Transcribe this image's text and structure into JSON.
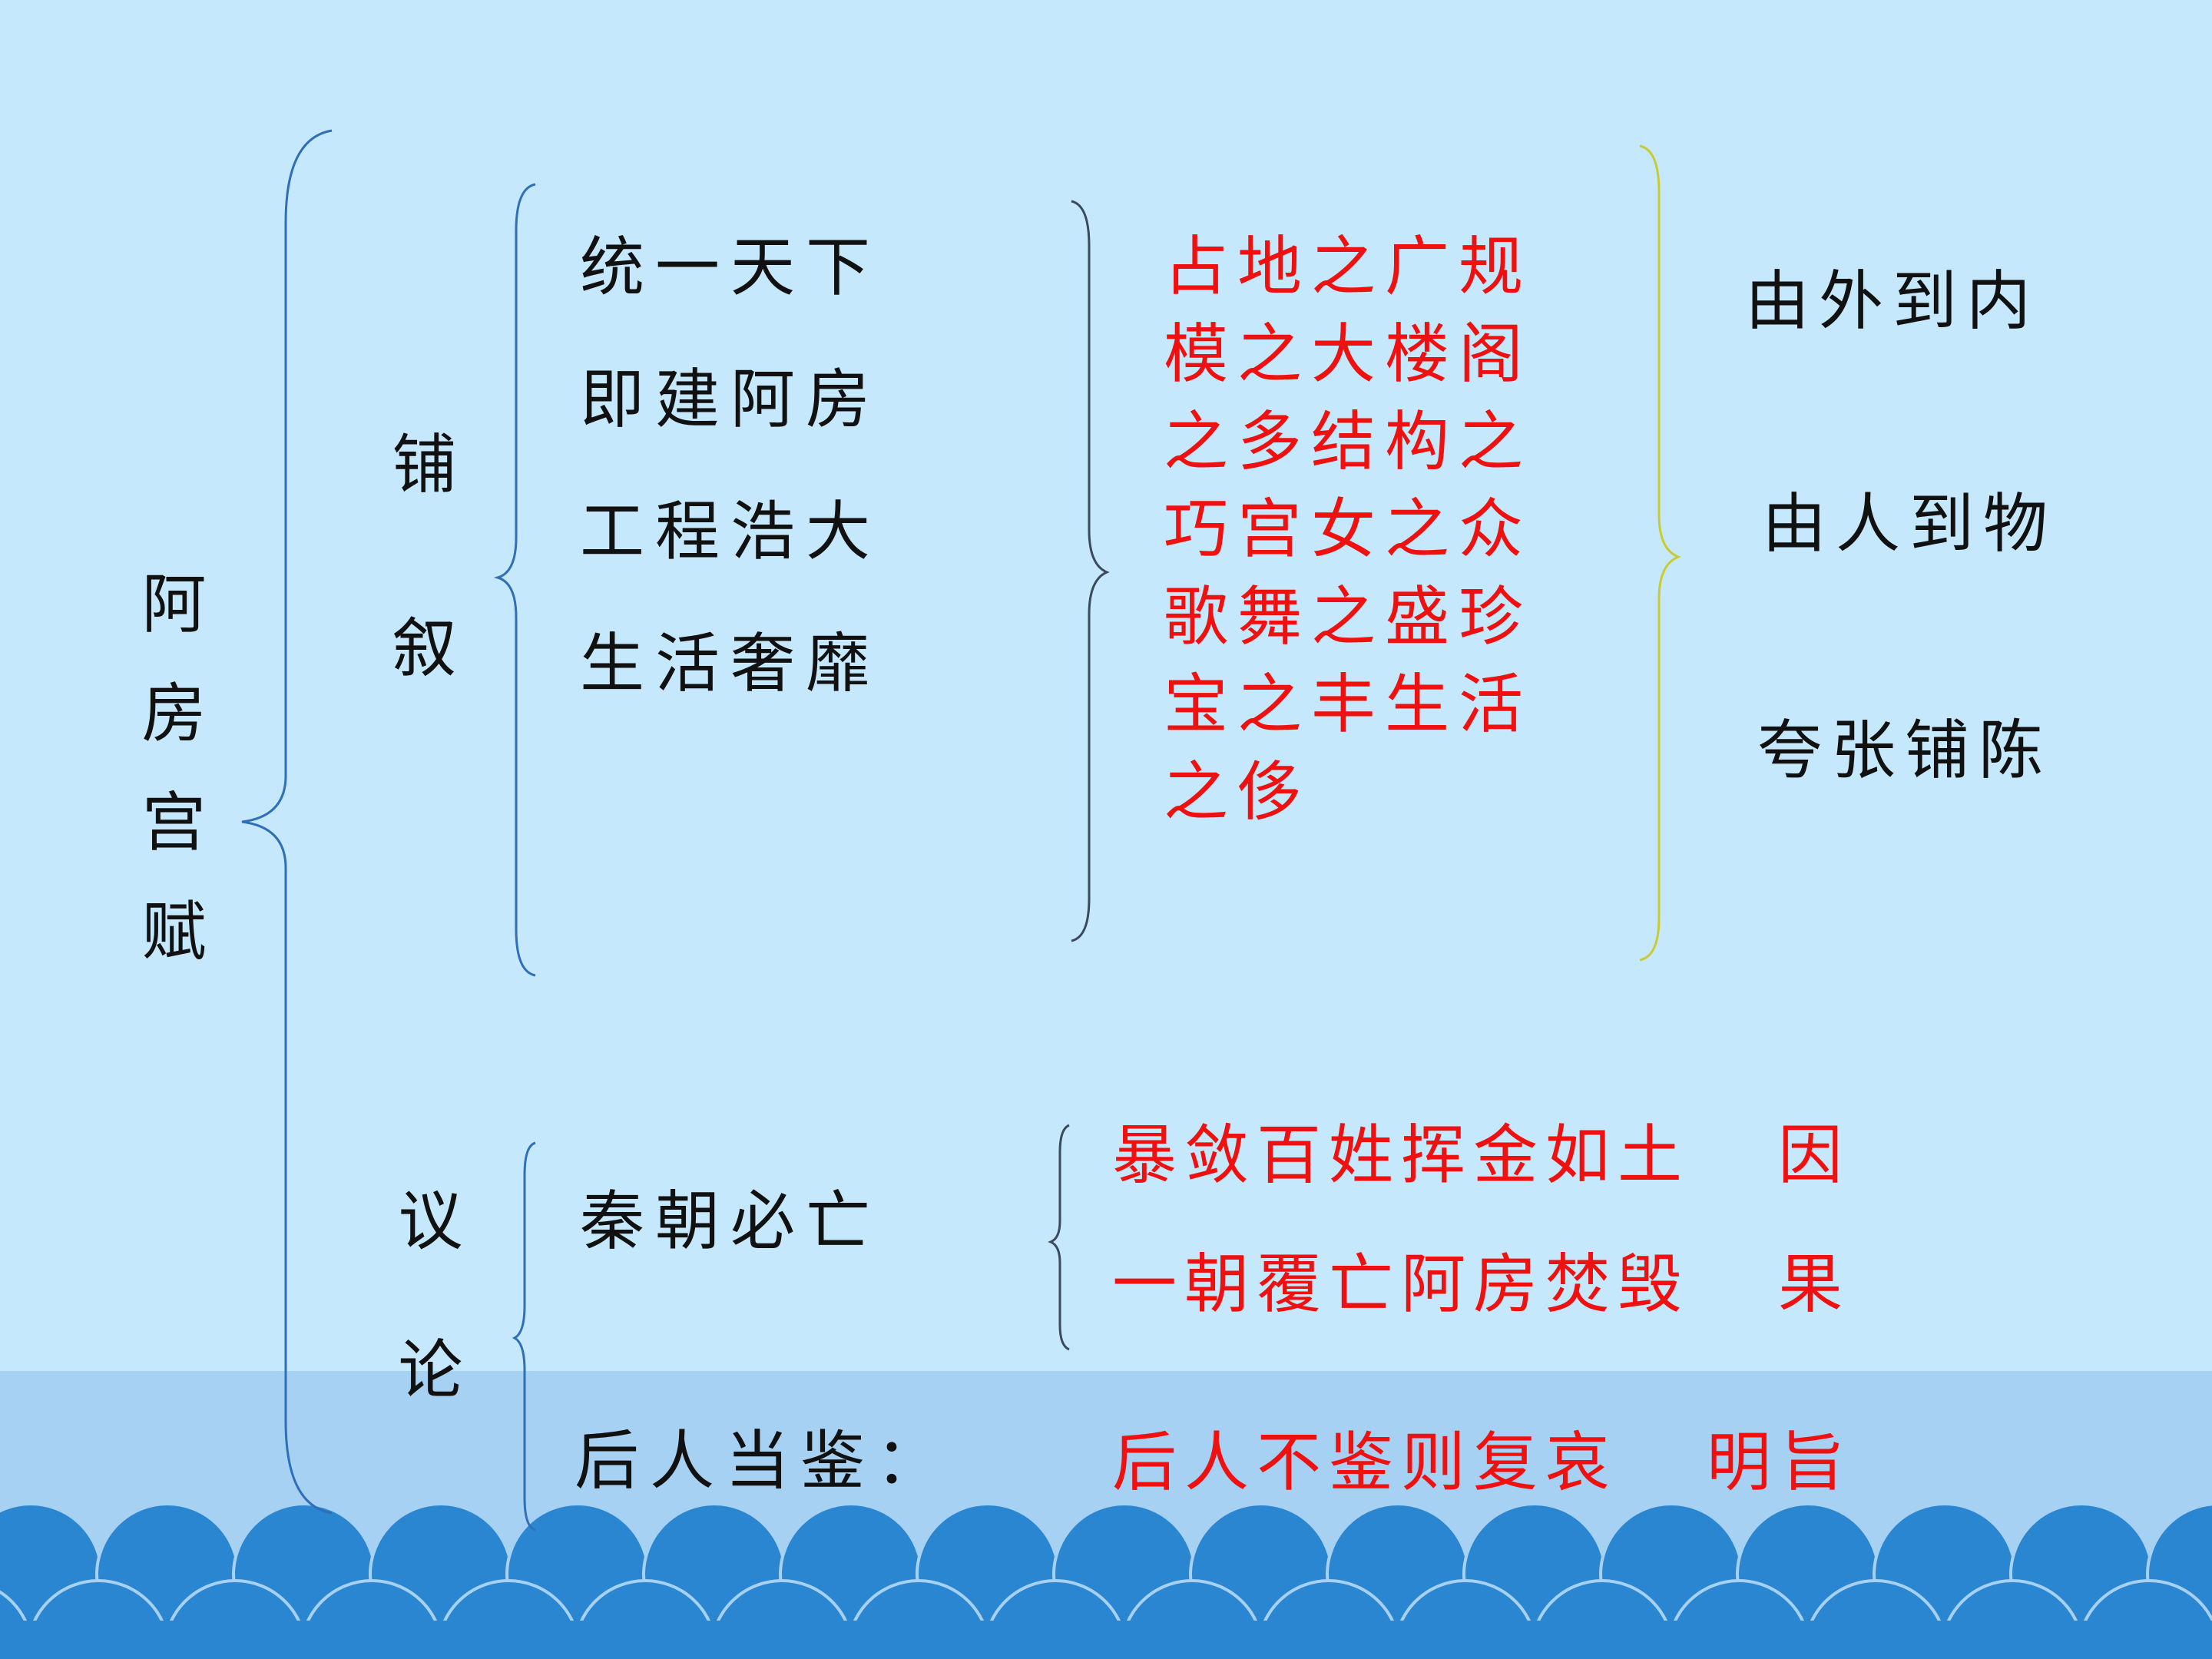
{
  "colors": {
    "background": "#c6e8fc",
    "band": "#a6d1f2",
    "waves": "#2a86d0",
    "red_text": "#ef1010",
    "bracket_blue": "#2f6fb8",
    "bracket_yellow": "#c9cc30"
  },
  "title": "阿房宫赋",
  "branches": {
    "narration": "铺叙",
    "argument": "议论"
  },
  "narration_points": [
    "统一天下",
    "即建阿房",
    "工程浩大",
    "生活奢靡"
  ],
  "narration_detail": "占地之广规模之大楼阁之多结构之巧宫女之众歌舞之盛珍宝之丰生活之侈",
  "order_notes": [
    "由外到内",
    "由人到物",
    "夸张铺陈"
  ],
  "argument_points": {
    "qin_fall": "秦朝必亡",
    "lesson": "后人当鉴："
  },
  "cause_effect": [
    {
      "text": "暴敛百姓挥金如土",
      "tag": "因"
    },
    {
      "text": "一朝覆亡阿房焚毁",
      "tag": "果"
    }
  ],
  "theme": {
    "text": "后人不鉴则复哀",
    "tag": "明旨"
  }
}
